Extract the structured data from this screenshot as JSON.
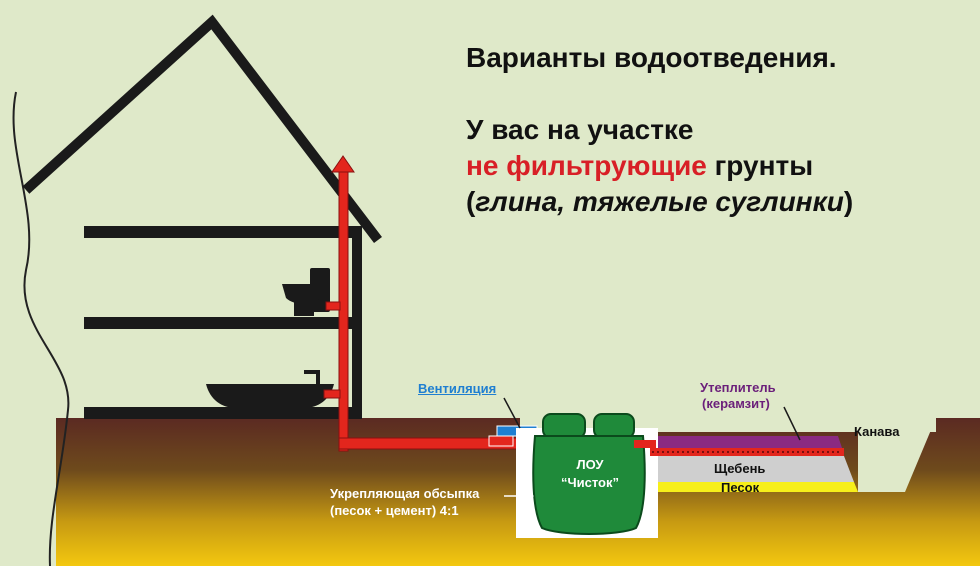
{
  "heading": {
    "line1": "Варианты водоотведения.",
    "line2": "У вас на участке",
    "line3_red": "не фильтрующие",
    "line3_rest": " грунты",
    "line4_open": "(",
    "line4_italic": "глина, тяжелые суглинки",
    "line4_close": ")"
  },
  "labels": {
    "ventilation": "Вентиляция",
    "insulation": "Утеплитель",
    "insulation_material": "(керамзит)",
    "ditch": "Канава",
    "gravel": "Щебень",
    "sand": "Песок",
    "backfill_line1": "Укрепляющая обсыпка",
    "backfill_line2": "(песок + цемент) 4:1",
    "tank_line1": "ЛОУ",
    "tank_line2": "“Чисток”"
  },
  "colors": {
    "background": "#dfe9c9",
    "soil_top": "#5b2a22",
    "soil_bottom": "#f1c40f",
    "pipe": "#e3261d",
    "tank": "#1f8a3a",
    "insulation": "#8a2a82",
    "gravel": "#cfcfcf",
    "sand": "#f7ef1a",
    "ventilation": "#1f7fd1",
    "heading_accent": "#d81f26"
  }
}
